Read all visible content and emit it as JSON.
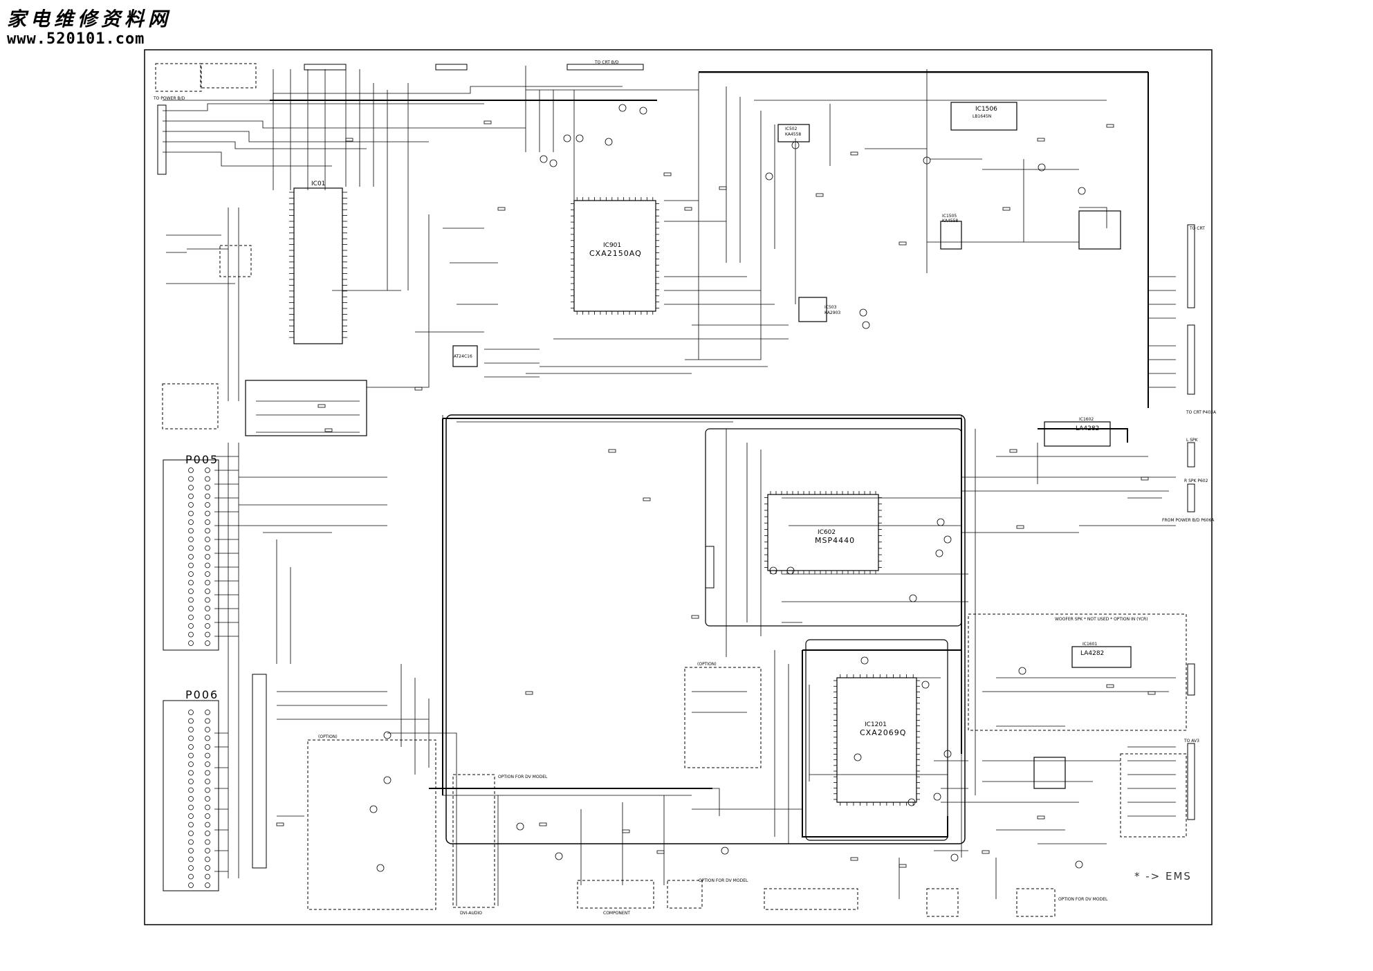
{
  "site": {
    "title": "家电维修资料网",
    "url": "www.520101.com"
  },
  "labels": {
    "to_power_bd": "TO POWER B/D",
    "to_crt_bd": "TO CRT B/D",
    "to_crt_right": "TO CRT",
    "to_crt_p403a": "TO CRT P403A",
    "l_spk": "L SPK",
    "r_spk": "R SPK P602",
    "from_power_bd": "FROM POWER B/D P606A",
    "woofer_note": "WOOFER SPK  * NOT USED * OPTION IN (YCR)",
    "to_av3": "TO AV3",
    "option1": "(OPTION)",
    "option2": "(OPTION)",
    "option_dvd1": "OPTION FOR DV MODEL",
    "option_dvd2": "OPTION FOR DV MODEL",
    "option_dvd3": "OPTION FOR DV MODEL",
    "dvi_audio": "DVI-AUDIO",
    "component": "COMPONENT",
    "ems": "* -> EMS",
    "p005": "P005",
    "p006": "P006"
  },
  "ics": {
    "ic01": {
      "name": "IC01"
    },
    "ic901": {
      "name": "IC901",
      "part": "CXA2150AQ"
    },
    "ic602": {
      "name": "IC602",
      "part": "MSP4440"
    },
    "ic1201": {
      "name": "IC1201",
      "part": "CXA2069Q"
    },
    "ic1506": {
      "name": "IC1506",
      "part": "LB1645N"
    },
    "ic502": {
      "name": "IC502",
      "part": "KA4558"
    },
    "ic503": {
      "name": "IC503",
      "part": "KA2903"
    },
    "ic1505": {
      "name": "IC1505",
      "part": "KA4558"
    },
    "ic1602": {
      "name": "IC1602",
      "part": "LA4282"
    },
    "ic1601": {
      "name": "IC1601",
      "part": "LA4282"
    },
    "at24c16": {
      "part": "AT24C16"
    }
  },
  "colors": {
    "line": "#000000",
    "background": "#ffffff"
  }
}
